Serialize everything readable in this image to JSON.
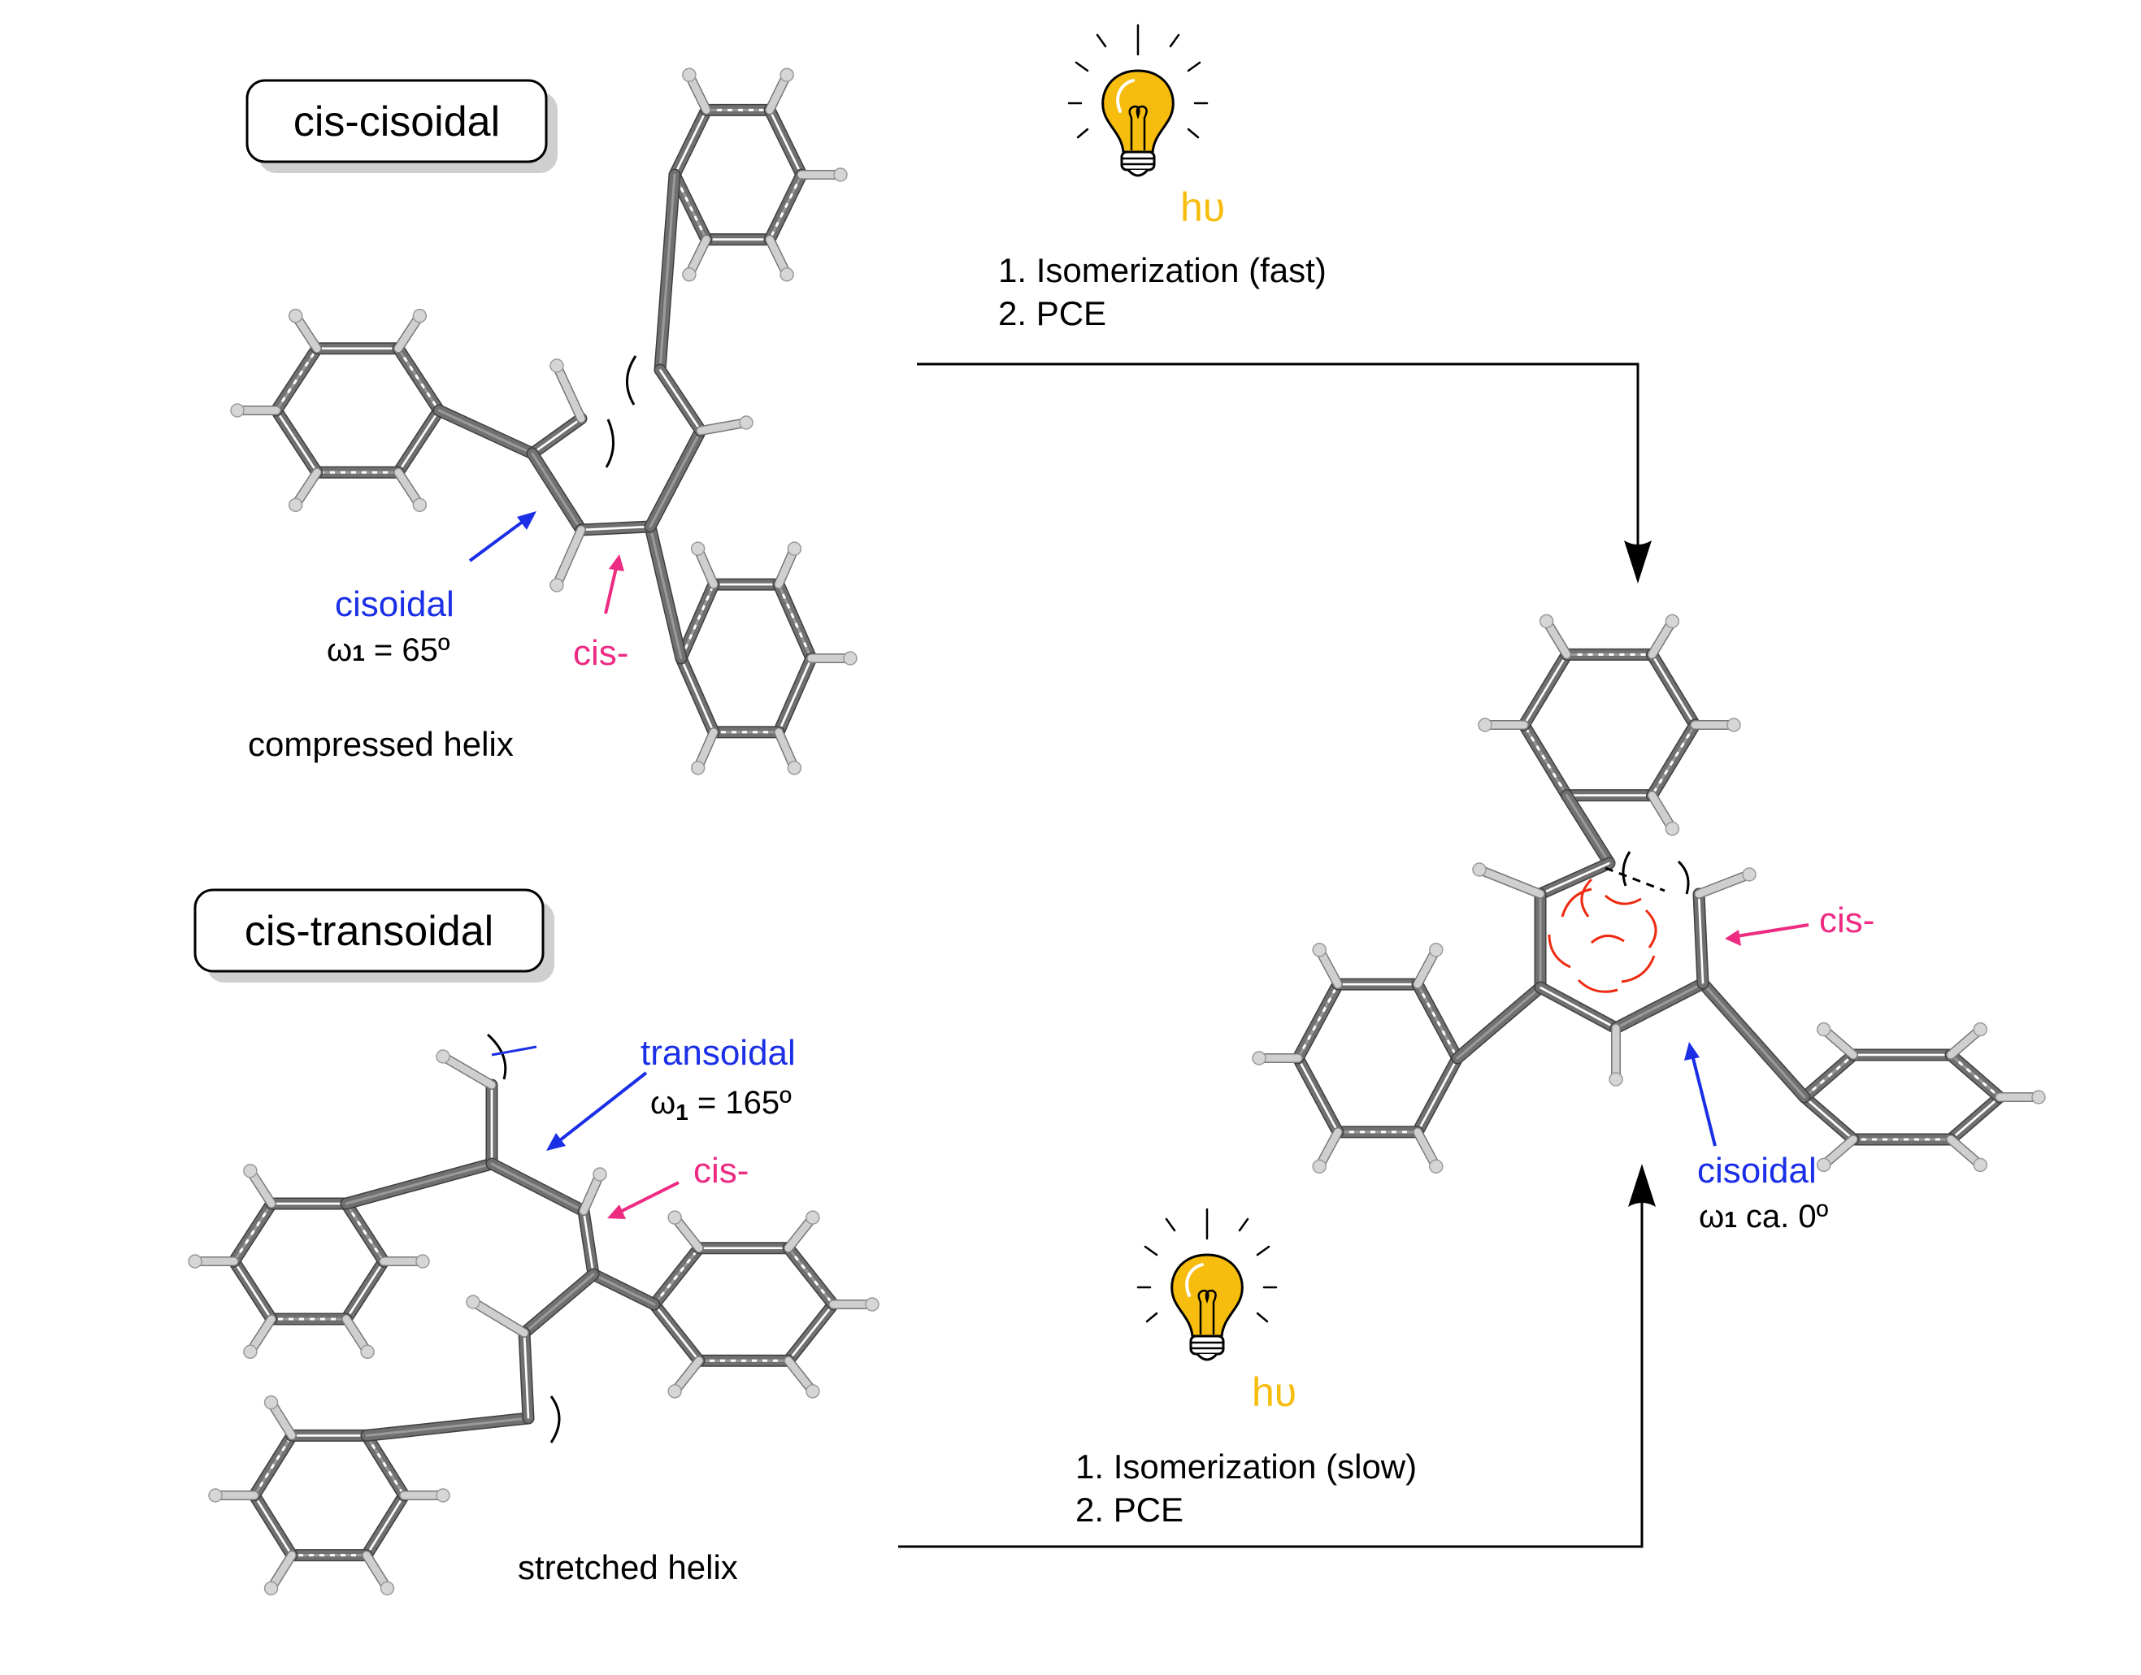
{
  "labels": {
    "cis_cisoidal": "cis-cisoidal",
    "cis_transoidal": "cis-transoidal",
    "compressed_helix": "compressed helix",
    "stretched_helix": "stretched helix"
  },
  "top_molecule": {
    "conformation": "cisoidal",
    "omega_symbol": "ω",
    "omega_sub": "1",
    "omega_value": " = 65º",
    "config": "cis-"
  },
  "bottom_molecule": {
    "conformation": "transoidal",
    "omega_symbol": "ω",
    "omega_sub": "1",
    "omega_value": " = 165º",
    "config": "cis-"
  },
  "product": {
    "conformation": "cisoidal",
    "omega_symbol": "ω",
    "omega_sub": "1",
    "omega_value": " ca. 0º",
    "config": "cis-"
  },
  "reaction_top": {
    "light": "hυ",
    "step1": "1. Isomerization (fast)",
    "step2": "2. PCE"
  },
  "reaction_bottom": {
    "light": "hυ",
    "step1": "1. Isomerization (slow)",
    "step2": "2. PCE"
  },
  "colors": {
    "blue": "#1a2fe6",
    "pink": "#ee2b83",
    "bulb": "#f6bd0e",
    "red_arc": "#ee2a10",
    "bond": "#666666",
    "hydrogen": "#bcbcbc",
    "black": "#000000"
  }
}
